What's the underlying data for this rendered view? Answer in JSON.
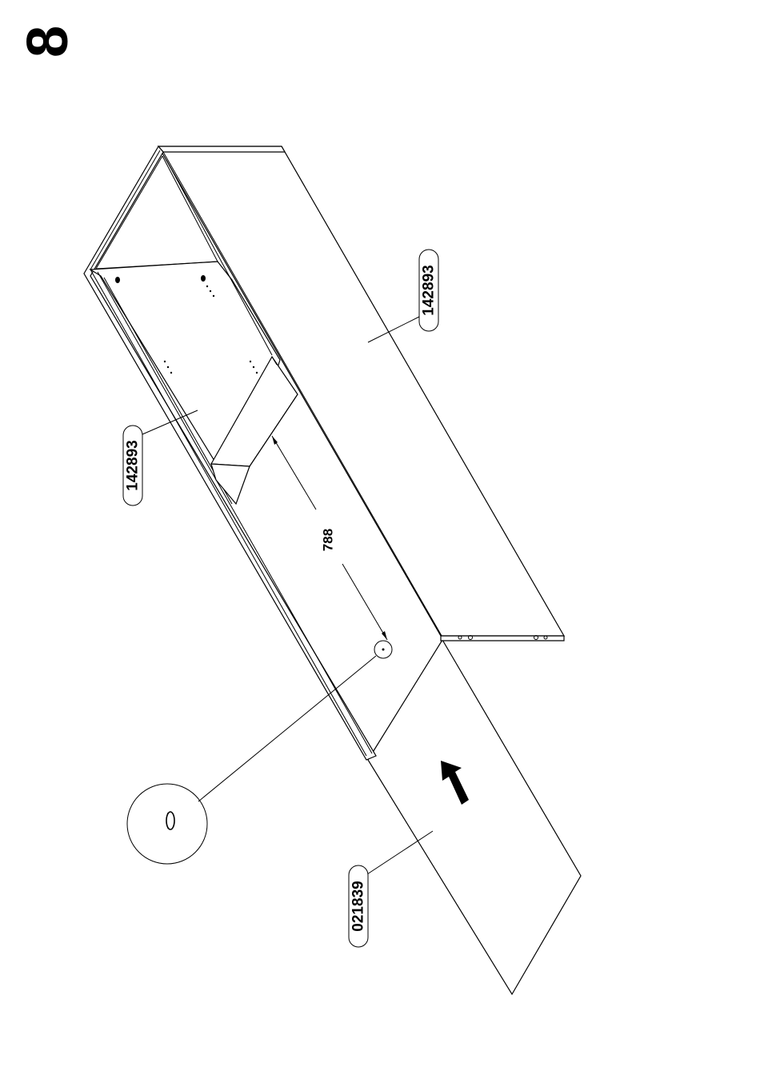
{
  "step": {
    "number": "8"
  },
  "parts": {
    "top_panel": "142893",
    "side_panel": "142893",
    "back_panel": "021839"
  },
  "dimension": {
    "value": "788"
  },
  "icons": {
    "arrow": "insert-direction-arrow-icon",
    "detail": "hole-detail-magnifier-icon"
  }
}
